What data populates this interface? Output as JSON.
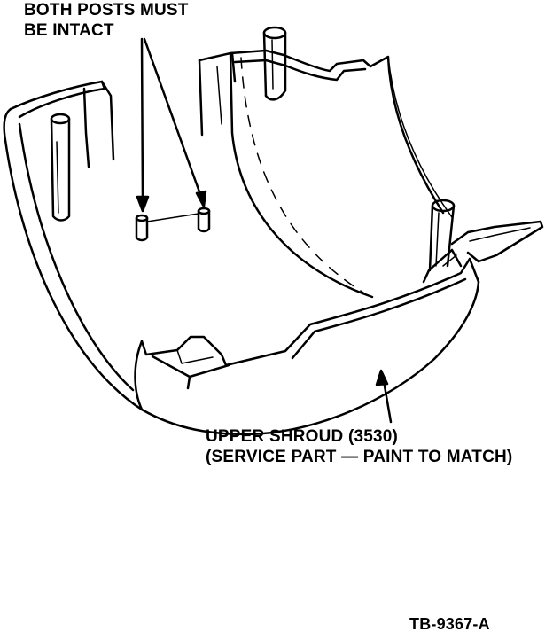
{
  "posts_label": {
    "line1": "BOTH POSTS MUST",
    "line2": "BE INTACT"
  },
  "shroud_label": {
    "line1": "UPPER SHROUD (3530)",
    "line2": "(SERVICE PART — PAINT TO MATCH)"
  },
  "figure_id": "TB-9367-A"
}
